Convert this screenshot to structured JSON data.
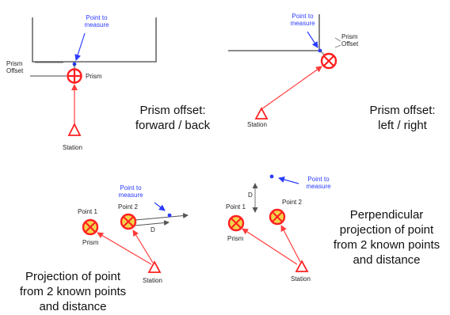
{
  "colors": {
    "accent_red": "#ff3b3b",
    "accent_blue": "#2b3cff",
    "prism_fill": "#f1d44a",
    "line_gray": "#444444"
  },
  "diagrams": {
    "forward_back": {
      "point_to_measure": "Point to measure",
      "prism_offset": "Prism Offset",
      "prism": "Prism",
      "station": "Station",
      "caption_line1": "Prism offset:",
      "caption_line2": "forward / back"
    },
    "left_right": {
      "point_to_measure": "Point to measure",
      "prism_offset": "Prism Offset",
      "station": "Station",
      "caption_line1": "Prism offset:",
      "caption_line2": "left / right"
    },
    "projection": {
      "point1": "Point 1",
      "point2": "Point 2",
      "point_to_measure": "Point to measure",
      "d": "D",
      "prism": "Prism",
      "station": "Station",
      "caption_line1": "Projection of point",
      "caption_line2": "from 2 known points",
      "caption_line3": "and distance"
    },
    "perpendicular": {
      "point1": "Point 1",
      "point2": "Point 2",
      "point_to_measure": "Point to measure",
      "d": "D",
      "prism": "Prism",
      "station": "Station",
      "caption_line1": "Perpendicular",
      "caption_line2": "projection of point",
      "caption_line3": "from 2 known points",
      "caption_line4": "and distance"
    }
  }
}
